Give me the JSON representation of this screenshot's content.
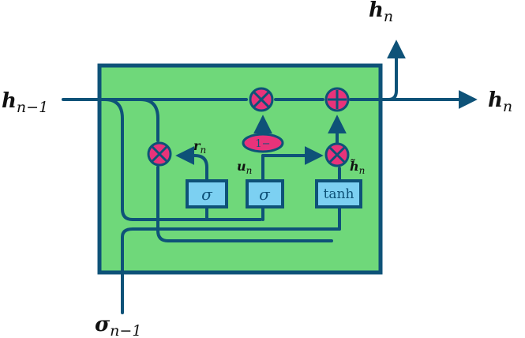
{
  "labels": {
    "h_prev": {
      "base": "h",
      "sub": "n−1"
    },
    "h_out_right": {
      "base": "h",
      "sub": "n"
    },
    "h_out_top": {
      "base": "h",
      "sub": "n"
    },
    "sigma_prev": {
      "base": "σ",
      "sub": "n−1"
    },
    "r_gate": {
      "base": "r",
      "sub": "n"
    },
    "u_gate": {
      "base": "u",
      "sub": "n"
    },
    "h_tilde": {
      "base": "h̃",
      "sub": "n"
    },
    "one_minus": "1−",
    "sigma_box_left": "σ",
    "sigma_box_mid": "σ",
    "tanh_box": "tanh"
  },
  "colors": {
    "cell_fill": "#6fd87a",
    "cell_border": "#0e5278",
    "line": "#0e5278",
    "box_fill": "#7cd0f2",
    "op_fill": "#e8337a",
    "op_symbol": "#0e5278"
  },
  "icons": {
    "multiply": "circle-times",
    "add": "circle-plus",
    "arrow": "triangle-arrowhead"
  }
}
